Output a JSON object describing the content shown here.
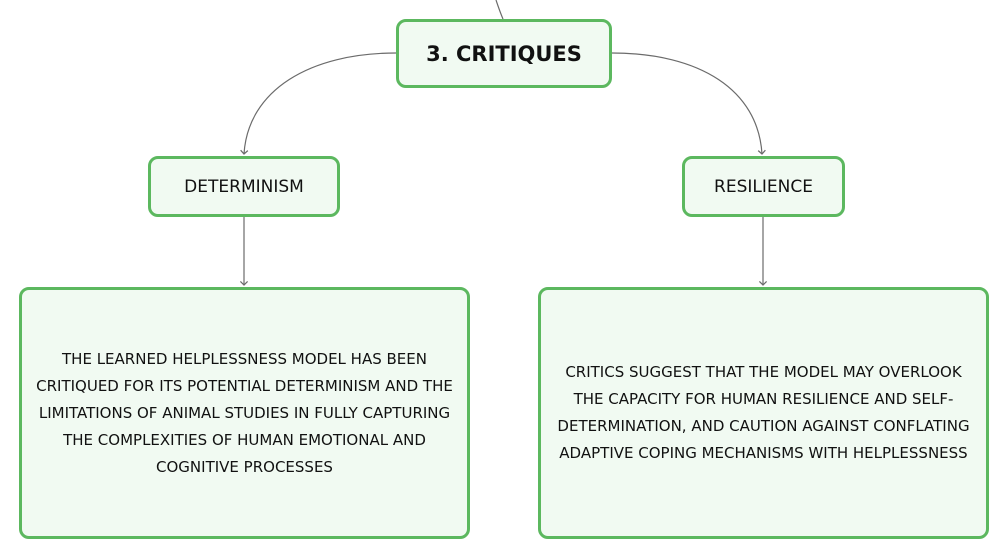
{
  "root": {
    "label": "3. CRITIQUES"
  },
  "branches": [
    {
      "label": "DETERMINISM",
      "detail": "THE LEARNED HELPLESSNESS MODEL HAS BEEN CRITIQUED FOR ITS POTENTIAL DETERMINISM AND THE LIMITATIONS OF ANIMAL STUDIES IN FULLY CAPTURING THE COMPLEXITIES OF HUMAN EMOTIONAL AND COGNITIVE PROCESSES"
    },
    {
      "label": "RESILIENCE",
      "detail": "CRITICS SUGGEST THAT THE MODEL MAY OVERLOOK THE CAPACITY FOR HUMAN RESILIENCE AND SELF-DETERMINATION, AND CAUTION AGAINST CONFLATING ADAPTIVE COPING MECHANISMS WITH HELPLESSNESS"
    }
  ],
  "colors": {
    "node_border": "#5cb85f",
    "node_fill": "#f1faf2",
    "connector": "#6b6b6b"
  }
}
